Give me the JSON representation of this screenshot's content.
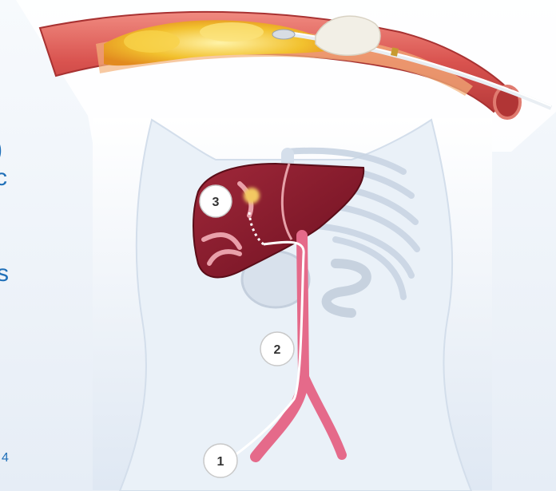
{
  "left_text_fragments": [
    ")",
    "c",
    "s",
    "4"
  ],
  "markers": [
    {
      "number": "3"
    },
    {
      "number": "2"
    },
    {
      "number": "1"
    }
  ],
  "colors": {
    "side_text": "#1f6fb8",
    "vessel_wall": "#d9534f",
    "plaque": "#f2c12e",
    "organ": "#8e1b2c",
    "artery_path": "#e56a8a"
  }
}
